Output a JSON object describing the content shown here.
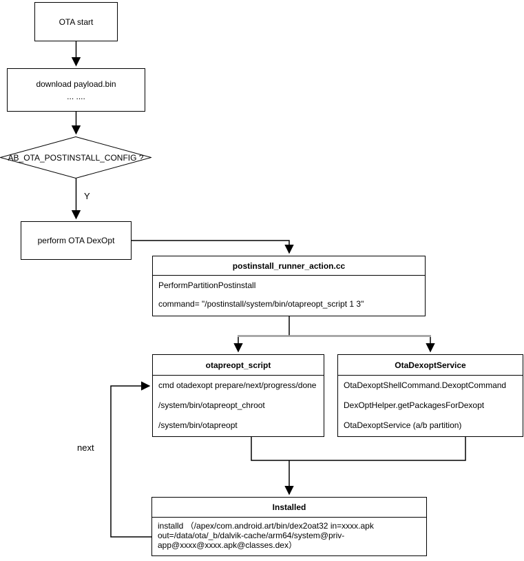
{
  "colors": {
    "background": "#ffffff",
    "node_fill": "#ffffff",
    "line": "#000000",
    "fanout_line": "#999999",
    "text": "#000000"
  },
  "nodes": {
    "ota_start": {
      "label": "OTA start"
    },
    "download_payload": {
      "line1": "download payload.bin",
      "line2": "... ...."
    },
    "decision": {
      "label": "AB_OTA_POSTINSTALL_CONFIG ?"
    },
    "perform_dexopt": {
      "label": "perform OTA DexOpt"
    },
    "postinstall_runner": {
      "title": "postinstall_runner_action.cc",
      "lines": [
        "PerformPartitionPostinstall",
        "command= \"/postinstall/system/bin/otapreopt_script 1 3\""
      ]
    },
    "otapreopt_script": {
      "title": "otapreopt_script",
      "lines": [
        "cmd otadexopt prepare/next/progress/done",
        " /system/bin/otapreopt_chroot",
        "/system/bin/otapreopt"
      ]
    },
    "ota_dexopt_service": {
      "title": "OtaDexoptService",
      "lines": [
        "OtaDexoptShellCommand.DexoptCommand",
        "DexOptHelper.getPackagesForDexopt",
        "OtaDexoptService (a/b partition)"
      ]
    },
    "installed": {
      "title": "Installed",
      "body": "installd （/apex/com.android.art/bin/dex2oat32 in=xxxx.apk out=/data/ota/_b/dalvik-cache/arm64/system@priv-app@xxxx@xxxx.apk@classes.dex）"
    }
  },
  "edge_labels": {
    "yes": "Y",
    "next": "next"
  }
}
